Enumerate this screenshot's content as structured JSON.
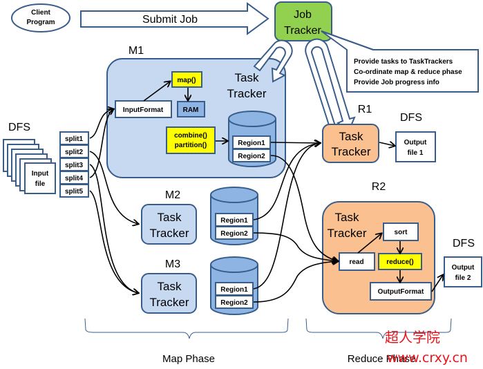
{
  "colors": {
    "border": "#385d8a",
    "map_tracker_fill": "#c6d9f1",
    "reduce_tracker_fill": "#fac090",
    "job_tracker_fill": "#92d050",
    "function_fill": "#ffff00",
    "disk_fill": "#8eb4e3",
    "watermark": "#e8141b"
  },
  "client": {
    "label_line1": "Client",
    "label_line2": "Program"
  },
  "submit_arrow": {
    "label": "Submit Job"
  },
  "job_tracker": {
    "label_line1": "Job",
    "label_line2": "Tracker",
    "callout": [
      "Provide tasks to TaskTrackers",
      "Co-ordinate map & reduce phase",
      "Provide Job progress info"
    ]
  },
  "dfs_input": {
    "label": "DFS",
    "file_line1": "Input",
    "file_line2": "file",
    "splits": [
      "split1",
      "split2",
      "split3",
      "split4",
      "split5"
    ]
  },
  "m1": {
    "label": "M1",
    "title_line1": "Task",
    "title_line2": "Tracker",
    "input_format": "InputFormat",
    "map_fn": "map()",
    "ram": "RAM",
    "combine_line1": "combine()",
    "combine_line2": "partition()",
    "regions": [
      "Region1",
      "Region2"
    ]
  },
  "m2": {
    "label": "M2",
    "title_line1": "Task",
    "title_line2": "Tracker",
    "regions": [
      "Region1",
      "Region2"
    ]
  },
  "m3": {
    "label": "M3",
    "title_line1": "Task",
    "title_line2": "Tracker",
    "regions": [
      "Region1",
      "Region2"
    ]
  },
  "r1": {
    "label": "R1",
    "title_line1": "Task",
    "title_line2": "Tracker",
    "dfs_label": "DFS",
    "output_line1": "Output",
    "output_line2": "file 1"
  },
  "r2": {
    "label": "R2",
    "title_line1": "Task",
    "title_line2": "Tracker",
    "read": "read",
    "sort": "sort",
    "reduce_fn": "reduce()",
    "output_format": "OutputFormat",
    "dfs_label": "DFS",
    "output_line1": "Output",
    "output_line2": "file 2"
  },
  "phases": {
    "map": "Map Phase",
    "reduce": "Reduce Phase"
  },
  "watermark": {
    "line1": "超人学院",
    "line2": "www.crxy.cn"
  }
}
